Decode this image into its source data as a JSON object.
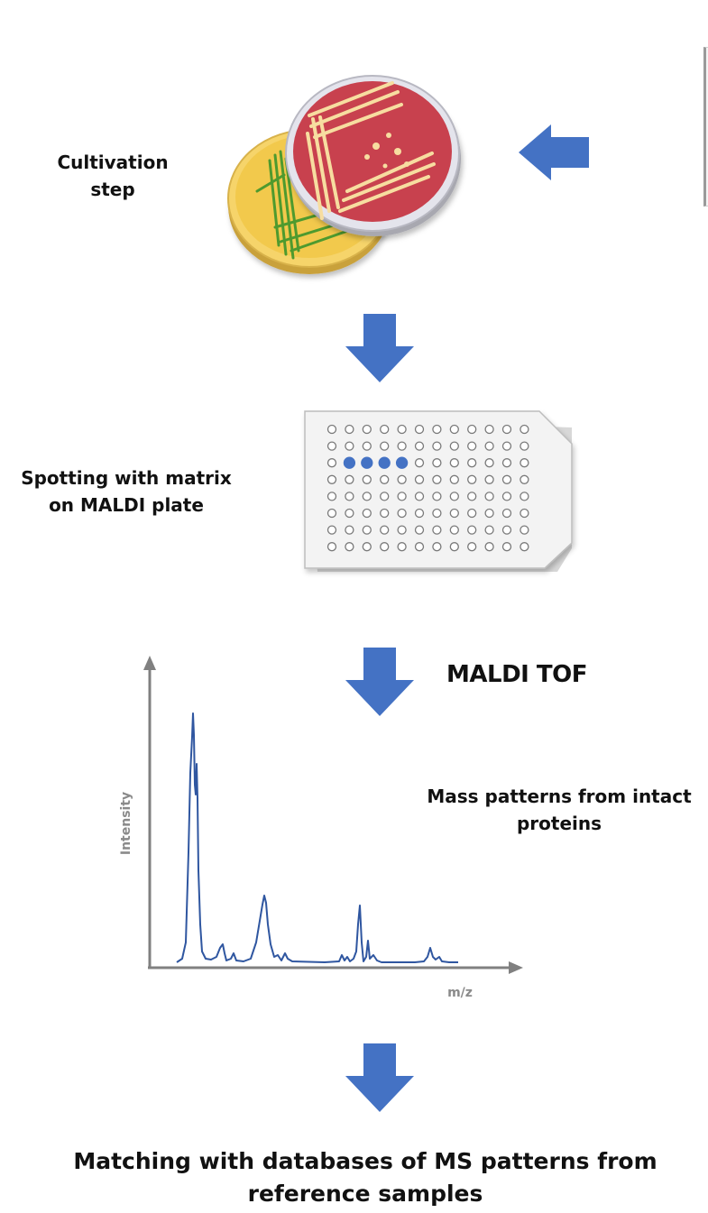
{
  "steps": {
    "cultivation": "Cultivation step",
    "spotting": "Spotting with matrix on MALDI plate",
    "maldi_tof": "MALDI TOF",
    "mass_patterns": "Mass patterns from intact proteins",
    "matching": "Matching with databases of MS patterns from reference samples"
  },
  "spectrum": {
    "y_axis_label": "Intensity",
    "x_axis_label": "m/z"
  },
  "plate": {
    "rows": 8,
    "columns": 12,
    "filled_row": 3,
    "filled_columns": [
      2,
      3,
      4,
      5
    ]
  },
  "colors": {
    "arrow": "#4472C4",
    "spectrum_line": "#2F56A0",
    "axis": "#808080",
    "dish_red": "#C8414E",
    "dish_yellow": "#F2C94C",
    "streak_green": "#4E9A2E",
    "streak_cream": "#F7DDA0"
  },
  "icons": [
    "petri-dish-icon",
    "maldi-plate-icon",
    "arrow-down-icon",
    "arrow-left-icon"
  ]
}
